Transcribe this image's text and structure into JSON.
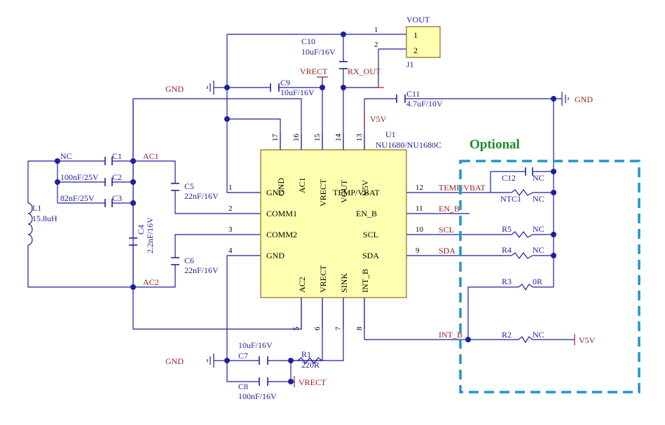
{
  "chip": {
    "ref": "U1",
    "part": "NU1680/NU1680C",
    "pins_top": [
      {
        "num": "17",
        "name": "GND"
      },
      {
        "num": "16",
        "name": "AC1"
      },
      {
        "num": "15",
        "name": "VRECT"
      },
      {
        "num": "14",
        "name": "VOUT"
      },
      {
        "num": "13",
        "name": "V5V"
      }
    ],
    "pins_left": [
      {
        "num": "1",
        "name": "GND"
      },
      {
        "num": "2",
        "name": "COMM1"
      },
      {
        "num": "3",
        "name": "COMM2"
      },
      {
        "num": "4",
        "name": "GND"
      }
    ],
    "pins_right": [
      {
        "num": "12",
        "name": "TEMP/VBAT"
      },
      {
        "num": "11",
        "name": "EN_B"
      },
      {
        "num": "10",
        "name": "SCL"
      },
      {
        "num": "9",
        "name": "SDA"
      }
    ],
    "pins_bottom": [
      {
        "num": "5",
        "name": "AC2"
      },
      {
        "num": "6",
        "name": "VRECT"
      },
      {
        "num": "7",
        "name": "SINK"
      },
      {
        "num": "8",
        "name": "INT_B"
      }
    ]
  },
  "connector": {
    "title": "VOUT",
    "ref": "J1",
    "pin1": "1",
    "pin2": "2",
    "wire1": "1",
    "wire2": "2"
  },
  "components": {
    "c10": {
      "ref": "C10",
      "val": "10uF/16V"
    },
    "c9": {
      "ref": "C9",
      "val": "10uF/16V"
    },
    "c11": {
      "ref": "C11",
      "val": "4.7uF/10V"
    },
    "c1": {
      "ref": "C1",
      "val": "NC"
    },
    "c2": {
      "ref": "C2",
      "val": "100nF/25V"
    },
    "c3": {
      "ref": "C3",
      "val": "82nF/25V"
    },
    "c4": {
      "ref": "C4",
      "val": "2.2nF/16V"
    },
    "c5": {
      "ref": "C5",
      "val": "22nF/16V"
    },
    "c6": {
      "ref": "C6",
      "val": "22nF/16V"
    },
    "c7": {
      "ref": "C7",
      "val": "10uF/16V"
    },
    "c8": {
      "ref": "C8",
      "val": "100nF/16V"
    },
    "l1": {
      "ref": "L1",
      "val": "15.8uH"
    },
    "r1": {
      "ref": "R1",
      "val": "220R"
    },
    "c12": {
      "ref": "C12",
      "val": "NC"
    },
    "ntc1": {
      "ref": "NTC1",
      "val": "NC"
    },
    "r5": {
      "ref": "R5",
      "val": "NC"
    },
    "r4": {
      "ref": "R4",
      "val": "NC"
    },
    "r3": {
      "ref": "R3",
      "val": "0R"
    },
    "r2": {
      "ref": "R2",
      "val": "NC"
    }
  },
  "nets": {
    "gnd": "GND",
    "vrect": "VRECT",
    "rx_out": "RX_OUT",
    "v5v": "V5V",
    "ac1": "AC1",
    "ac2": "AC2",
    "temp_vbat": "TEMP/VBAT",
    "en_b": "EN_B",
    "scl": "SCL",
    "sda": "SDA",
    "int_b": "INT_B"
  },
  "optional_label": "Optional",
  "colors": {
    "wire": "#1f1f9e",
    "net": "#9c1c1c",
    "chip_fill": "#ffffb0",
    "optional_box": "#1f96c8",
    "optional_text": "#1c8c2c"
  }
}
